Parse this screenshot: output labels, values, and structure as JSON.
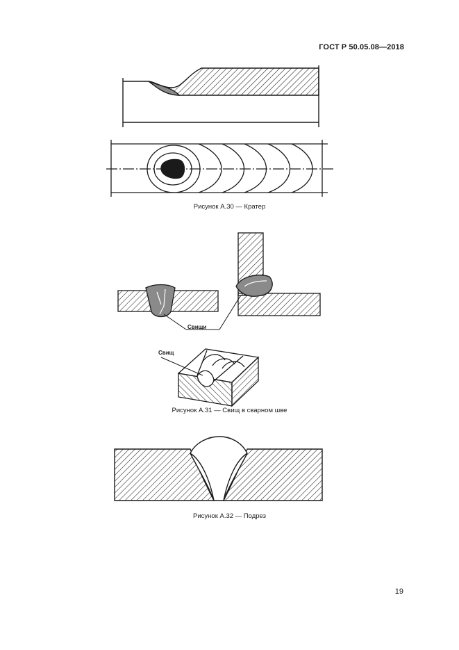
{
  "header": {
    "doc_id": "ГОСТ Р 50.05.08—2018"
  },
  "figures": [
    {
      "caption": "Рисунок А.30 — Кратер"
    },
    {
      "caption": "Рисунок А.31 — Свищ в сварном шве",
      "labels": [
        "Свищи",
        "Свищ"
      ]
    },
    {
      "caption": "Рисунок А.32 — Подрез"
    }
  ],
  "page_number": "19"
}
